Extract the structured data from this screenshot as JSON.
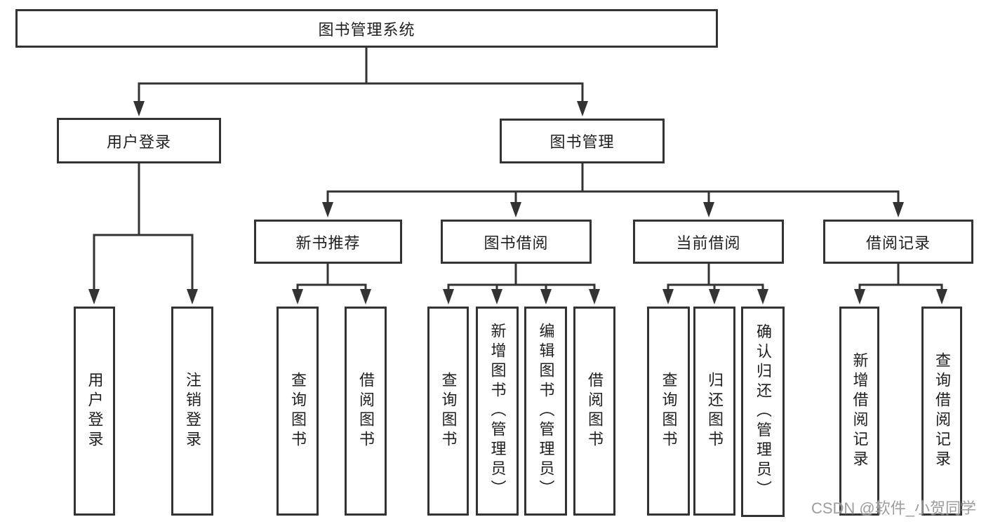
{
  "diagram": {
    "root": {
      "label": "图书管理系统"
    },
    "branches": [
      {
        "label": "用户登录"
      },
      {
        "label": "图书管理"
      }
    ],
    "modules": [
      {
        "label": "新书推荐"
      },
      {
        "label": "图书借阅"
      },
      {
        "label": "当前借阅"
      },
      {
        "label": "借阅记录"
      }
    ],
    "leaves": [
      {
        "label": "用户登录"
      },
      {
        "label": "注销登录"
      },
      {
        "label": "查询图书"
      },
      {
        "label": "借阅图书"
      },
      {
        "label": "查询图书"
      },
      {
        "label": "新增图书（管理员）"
      },
      {
        "label": "编辑图书（管理员）"
      },
      {
        "label": "借阅图书"
      },
      {
        "label": "查询图书"
      },
      {
        "label": "归还图书"
      },
      {
        "label": "确认归还（管理员）"
      },
      {
        "label": "新增借阅记录"
      },
      {
        "label": "查询借阅记录"
      }
    ]
  },
  "watermark": {
    "text": "CSDN @软件_小贺同学",
    "color": "#8c8c8c"
  },
  "colors": {
    "line": "#333333",
    "box_border": "#333333",
    "text": "#1f1f1f",
    "background": "#ffffff"
  }
}
